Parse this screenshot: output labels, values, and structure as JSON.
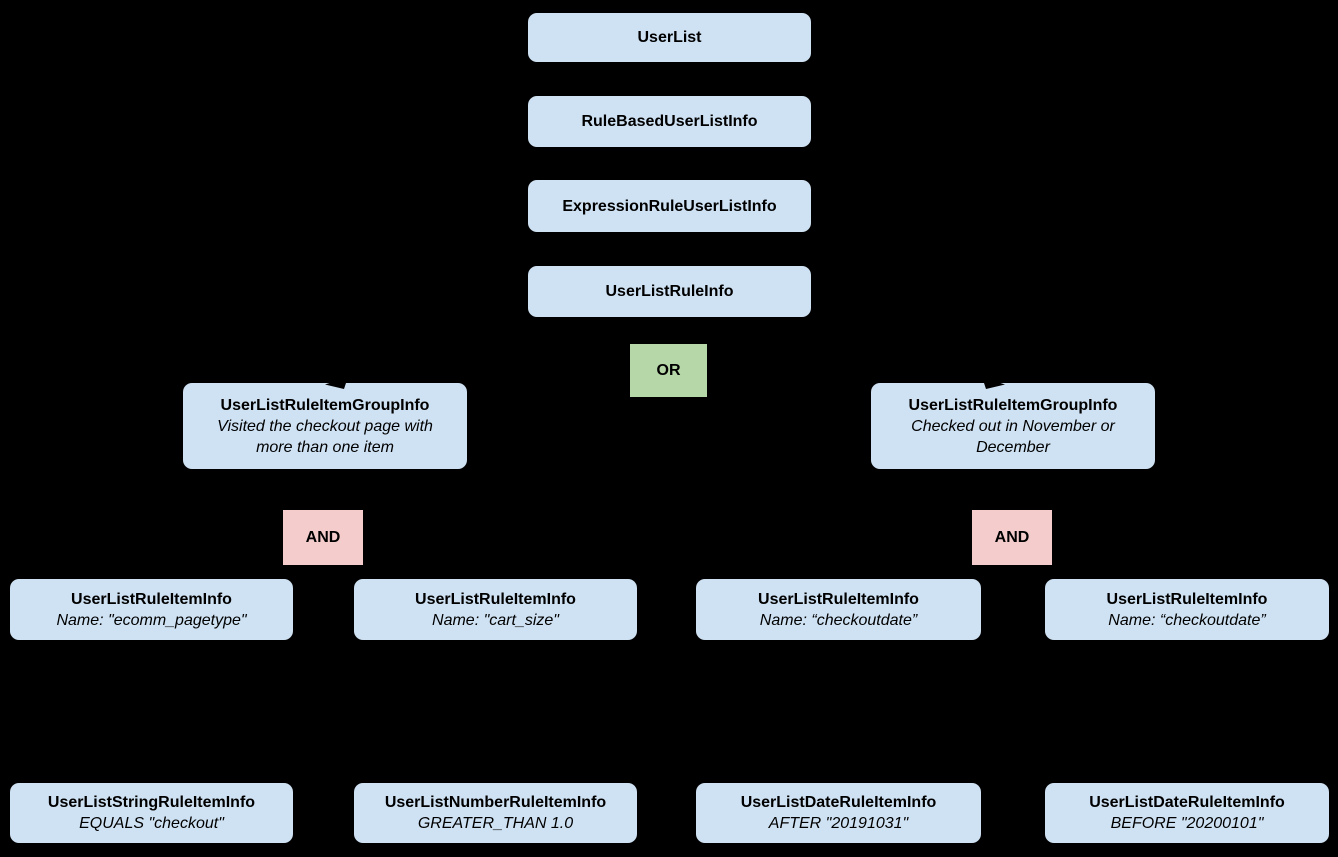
{
  "colors": {
    "background": "#000000",
    "node_fill": "#cfe2f3",
    "or_fill": "#b6d7a8",
    "and_fill": "#f4cccc",
    "text": "#000000"
  },
  "nodes": {
    "user_list": {
      "title": "UserList"
    },
    "rule_based_user_list_info": {
      "title": "RuleBasedUserListInfo"
    },
    "expression_rule_user_list_info": {
      "title": "ExpressionRuleUserListInfo"
    },
    "user_list_rule_info": {
      "title": "UserListRuleInfo"
    },
    "or_operator": {
      "label": "OR"
    },
    "group_left": {
      "title": "UserListRuleItemGroupInfo",
      "description": "Visited the checkout page with more than one item"
    },
    "group_right": {
      "title": "UserListRuleItemGroupInfo",
      "description": "Checked out in November or December"
    },
    "and_left": {
      "label": "AND"
    },
    "and_right": {
      "label": "AND"
    },
    "rule_item_1": {
      "title": "UserListRuleItemInfo",
      "description": "Name: \"ecomm_pagetype\""
    },
    "rule_item_2": {
      "title": "UserListRuleItemInfo",
      "description": "Name: \"cart_size\""
    },
    "rule_item_3": {
      "title": "UserListRuleItemInfo",
      "description": "Name: “checkoutdate”"
    },
    "rule_item_4": {
      "title": "UserListRuleItemInfo",
      "description": "Name: “checkoutdate”"
    },
    "leaf_string": {
      "title": "UserListStringRuleItemInfo",
      "description": "EQUALS \"checkout\""
    },
    "leaf_number": {
      "title": "UserListNumberRuleItemInfo",
      "description": "GREATER_THAN 1.0"
    },
    "leaf_date_after": {
      "title": "UserListDateRuleItemInfo",
      "description": "AFTER \"20191031\""
    },
    "leaf_date_before": {
      "title": "UserListDateRuleItemInfo",
      "description": "BEFORE \"20200101\""
    }
  }
}
